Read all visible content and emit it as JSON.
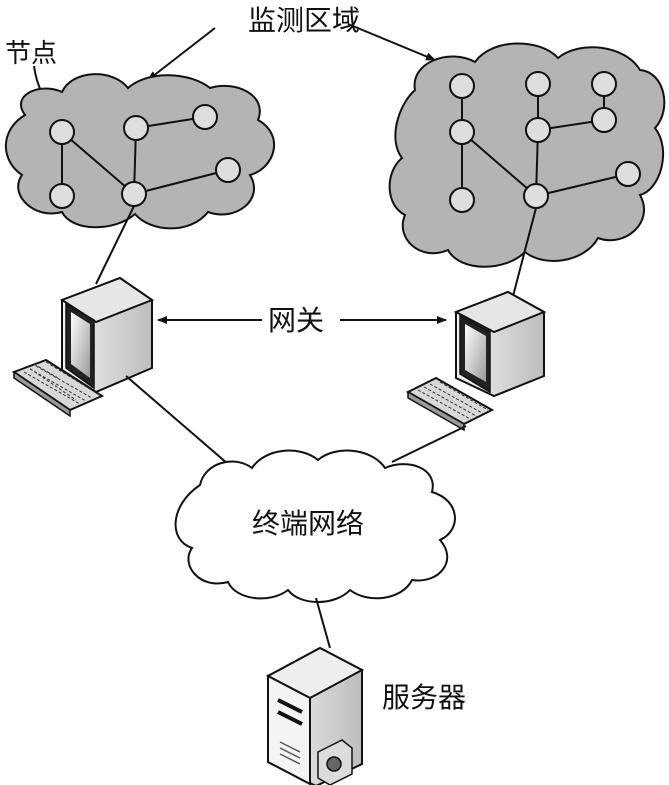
{
  "labels": {
    "monitor_area": "监测区域",
    "node": "节点",
    "gateway": "网关",
    "terminal_network": "终端网络",
    "server": "服务器"
  },
  "colors": {
    "cloud_fill": "#b4b4b4",
    "node_fill": "#dedede",
    "stroke": "#111111"
  }
}
